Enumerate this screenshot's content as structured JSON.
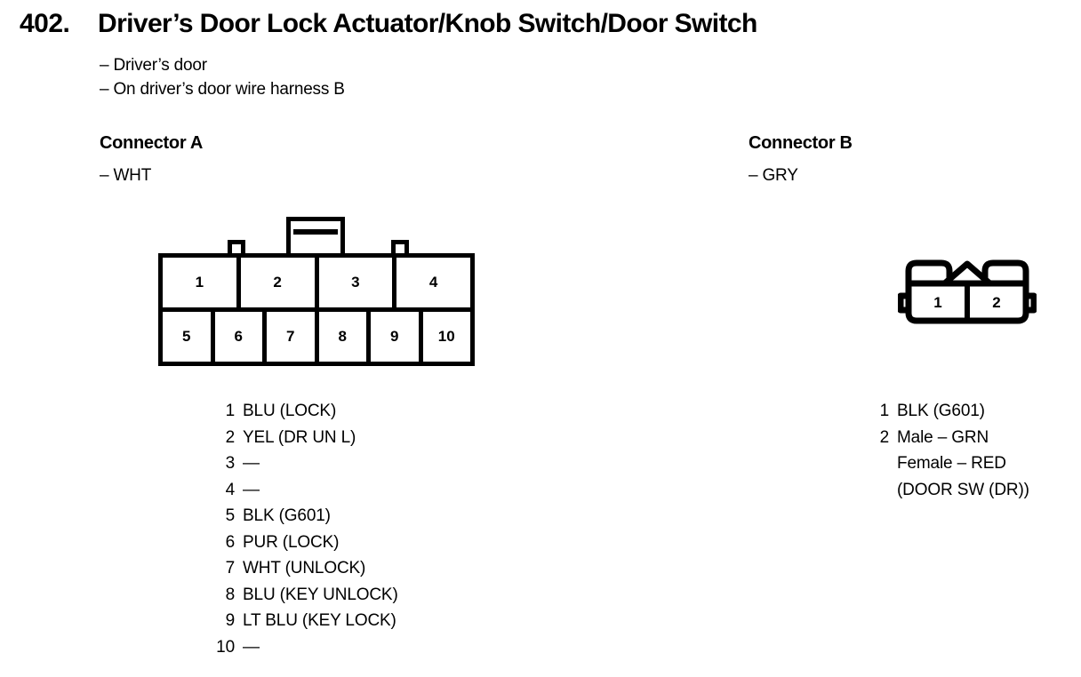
{
  "document": {
    "item_number": "402.",
    "title": "Driver’s Door Lock Actuator/Knob Switch/Door Switch",
    "subtitles": [
      "– Driver’s door",
      "– On driver’s door wire harness B"
    ]
  },
  "connector_a": {
    "heading": "Connector A",
    "color_note": "– WHT",
    "top_row_pins": [
      "1",
      "2",
      "3",
      "4"
    ],
    "bottom_row_pins": [
      "5",
      "6",
      "7",
      "8",
      "9",
      "10"
    ],
    "pins": [
      {
        "num": "1",
        "desc": "BLU (LOCK)"
      },
      {
        "num": "2",
        "desc": "YEL (DR UN L)"
      },
      {
        "num": "3",
        "desc": "—"
      },
      {
        "num": "4",
        "desc": "—"
      },
      {
        "num": "5",
        "desc": "BLK (G601)"
      },
      {
        "num": "6",
        "desc": "PUR (LOCK)"
      },
      {
        "num": "7",
        "desc": "WHT (UNLOCK)"
      },
      {
        "num": "8",
        "desc": "BLU (KEY UNLOCK)"
      },
      {
        "num": "9",
        "desc": "LT BLU (KEY LOCK)"
      },
      {
        "num": "10",
        "desc": "—"
      }
    ]
  },
  "connector_b": {
    "heading": "Connector B",
    "color_note": "– GRY",
    "body_pins": [
      "1",
      "2"
    ],
    "pins": [
      {
        "num": "1",
        "desc": "BLK (G601)",
        "extra": []
      },
      {
        "num": "2",
        "desc": "Male – GRN",
        "extra": [
          "Female – RED",
          "(DOOR SW (DR))"
        ]
      }
    ]
  },
  "style": {
    "ink": "#000000",
    "paper": "#ffffff"
  }
}
